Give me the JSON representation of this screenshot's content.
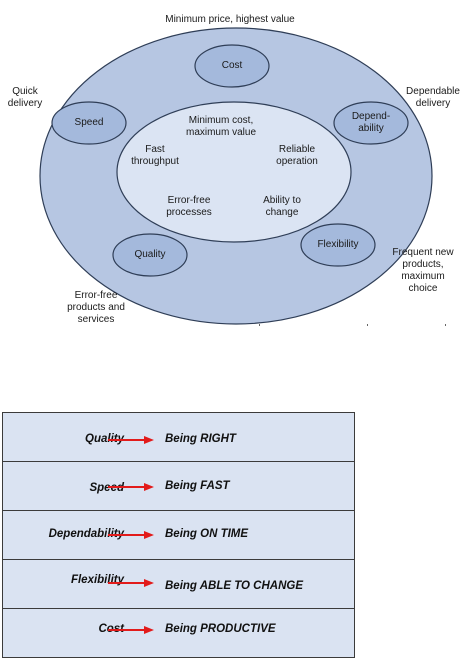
{
  "diagram": {
    "top_label": "Minimum price, highest value",
    "outer_labels": {
      "quick_delivery": "Quick\ndelivery",
      "dependable_delivery": "Dependable\ndelivery",
      "frequent_new_products": "Frequent new\nproducts,\nmaximum\nchoice",
      "error_free_products": "Error-free\nproducts and\nservices"
    },
    "nodes": {
      "cost": "Cost",
      "speed": "Speed",
      "dependability": "Depend-\nability",
      "quality": "Quality",
      "flexibility": "Flexibility"
    },
    "inner_labels": {
      "minimum_cost": "Minimum cost,\nmaximum value",
      "fast_throughput": "Fast\nthroughput",
      "reliable_operation": "Reliable\noperation",
      "error_free_processes": "Error-free\nprocesses",
      "ability_to_change": "Ability to\nchange"
    },
    "colors": {
      "outer_fill": "#b6c6e2",
      "ring_fill": "#a8bcdd",
      "inner_fill": "#dbe4f3",
      "node_fill": "#a4b9dc",
      "stroke": "#2f3e57"
    }
  },
  "table": {
    "rows": [
      {
        "objective": "Quality",
        "meaning": "Being RIGHT"
      },
      {
        "objective": "Speed",
        "meaning": "Being FAST"
      },
      {
        "objective": "Dependability",
        "meaning": "Being ON TIME"
      },
      {
        "objective": "Flexibility",
        "meaning": "Being ABLE TO CHANGE"
      },
      {
        "objective": "Cost",
        "meaning": "Being PRODUCTIVE"
      }
    ],
    "colors": {
      "cell_fill": "#dae3f2",
      "arrow": "#e21b1b"
    }
  }
}
